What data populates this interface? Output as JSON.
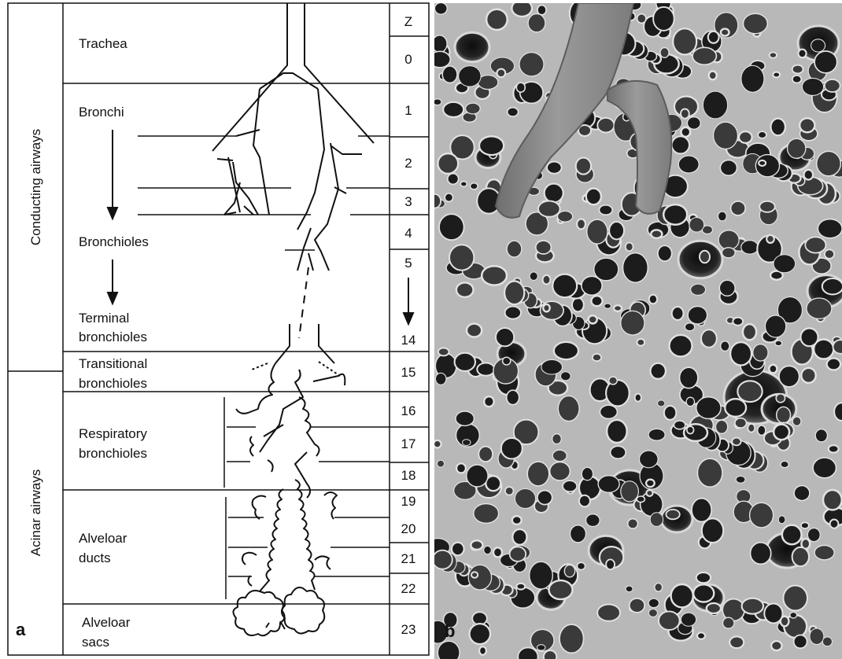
{
  "panel_a": {
    "letter": "a",
    "group_conducting": "Conducting airways",
    "group_acinar": "Acinar airways",
    "zone_header": "Z",
    "z_values": [
      "0",
      "1",
      "2",
      "3",
      "4",
      "5",
      "14",
      "15",
      "16",
      "17",
      "18",
      "19",
      "20",
      "21",
      "22",
      "23"
    ],
    "labels": {
      "trachea": "Trachea",
      "bronchi": "Bronchi",
      "bronchioles": "Bronchioles",
      "terminal_1": "Terminal",
      "terminal_2": "bronchioles",
      "transitional_1": "Transitional",
      "transitional_2": "bronchioles",
      "respiratory_1": "Respiratory",
      "respiratory_2": "bronchioles",
      "alveolar_ducts_1": "Alveloar",
      "alveolar_ducts_2": "ducts",
      "alveolar_sacs_1": "Alveloar",
      "alveolar_sacs_2": "sacs"
    }
  },
  "panel_b": {
    "letter": "b",
    "micrograph": "scanning electron micrograph of lung parenchyma"
  }
}
